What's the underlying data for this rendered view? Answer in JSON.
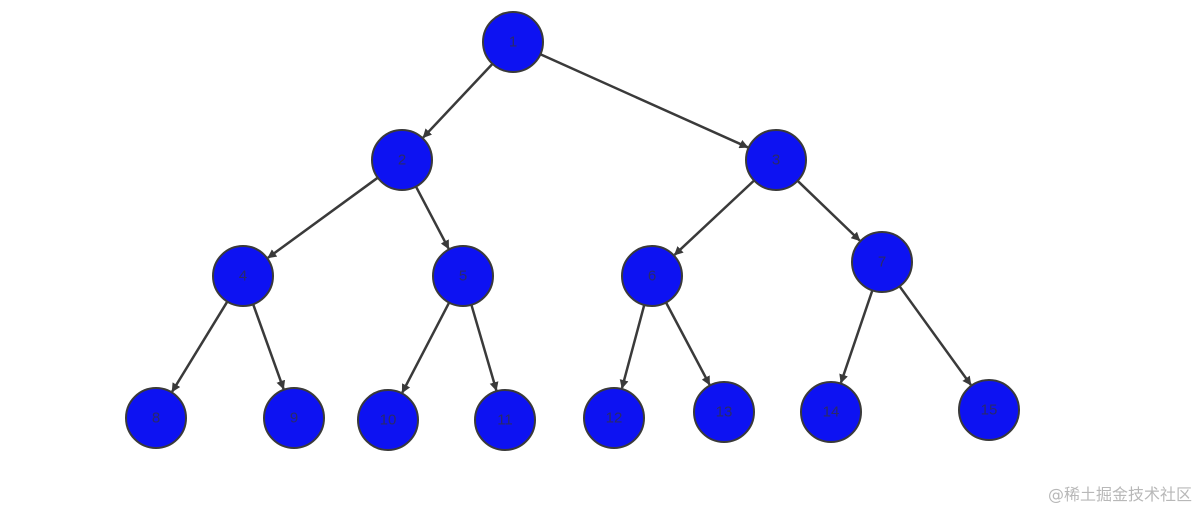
{
  "diagram": {
    "type": "binary-tree",
    "colors": {
      "node_fill": "#0d12f2",
      "node_stroke": "#3a3a3a",
      "edge": "#3a3a3a",
      "label": "#2a2a6a"
    },
    "nodes": [
      {
        "id": "n1",
        "label": "1"
      },
      {
        "id": "n2",
        "label": "2"
      },
      {
        "id": "n3",
        "label": "3"
      },
      {
        "id": "n4",
        "label": "4"
      },
      {
        "id": "n5",
        "label": "5"
      },
      {
        "id": "n6",
        "label": "6"
      },
      {
        "id": "n7",
        "label": "7"
      },
      {
        "id": "n8",
        "label": "8"
      },
      {
        "id": "n9",
        "label": "9"
      },
      {
        "id": "n10",
        "label": "10"
      },
      {
        "id": "n11",
        "label": "11"
      },
      {
        "id": "n12",
        "label": "12"
      },
      {
        "id": "n13",
        "label": "13"
      },
      {
        "id": "n14",
        "label": "14"
      },
      {
        "id": "n15",
        "label": "15"
      }
    ],
    "edges": [
      {
        "from": "n1",
        "to": "n2"
      },
      {
        "from": "n1",
        "to": "n3"
      },
      {
        "from": "n2",
        "to": "n4"
      },
      {
        "from": "n2",
        "to": "n5"
      },
      {
        "from": "n3",
        "to": "n6"
      },
      {
        "from": "n3",
        "to": "n7"
      },
      {
        "from": "n4",
        "to": "n8"
      },
      {
        "from": "n4",
        "to": "n9"
      },
      {
        "from": "n5",
        "to": "n10"
      },
      {
        "from": "n5",
        "to": "n11"
      },
      {
        "from": "n6",
        "to": "n12"
      },
      {
        "from": "n6",
        "to": "n13"
      },
      {
        "from": "n7",
        "to": "n14"
      },
      {
        "from": "n7",
        "to": "n15"
      }
    ]
  },
  "watermark": "@稀土掘金技术社区"
}
